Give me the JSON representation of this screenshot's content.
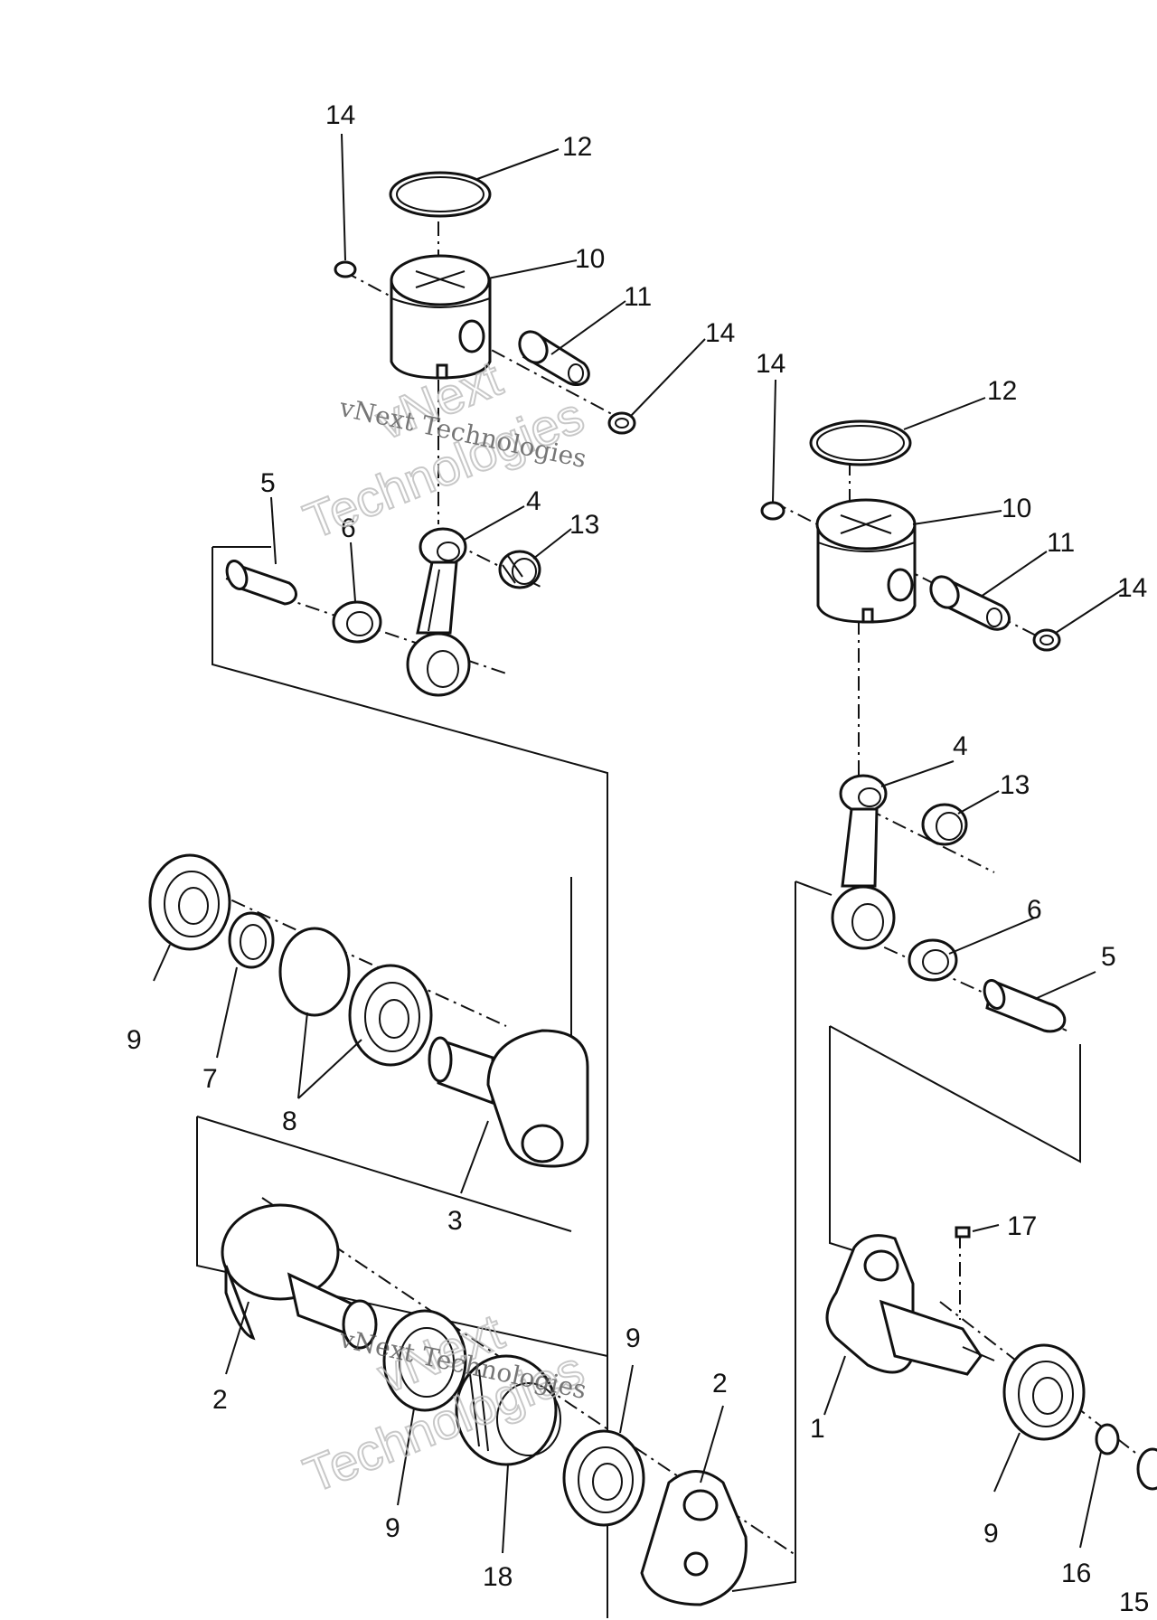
{
  "callouts": [
    {
      "label": "14"
    },
    {
      "label": "12"
    },
    {
      "label": "10"
    },
    {
      "label": "11"
    },
    {
      "label": "14"
    },
    {
      "label": "5"
    },
    {
      "label": "6"
    },
    {
      "label": "4"
    },
    {
      "label": "13"
    },
    {
      "label": "9"
    },
    {
      "label": "7"
    },
    {
      "label": "8"
    },
    {
      "label": "3"
    },
    {
      "label": "2"
    },
    {
      "label": "9"
    },
    {
      "label": "9"
    },
    {
      "label": "18"
    },
    {
      "label": "2"
    },
    {
      "label": "14"
    },
    {
      "label": "12"
    },
    {
      "label": "10"
    },
    {
      "label": "11"
    },
    {
      "label": "14"
    },
    {
      "label": "4"
    },
    {
      "label": "13"
    },
    {
      "label": "6"
    },
    {
      "label": "5"
    },
    {
      "label": "17"
    },
    {
      "label": "1"
    },
    {
      "label": "9"
    },
    {
      "label": "16"
    },
    {
      "label": "15"
    }
  ],
  "watermarks": [
    {
      "small": "vNext Technologies",
      "big_line1": "vNext",
      "big_line2": "Technologies"
    },
    {
      "small": "vNext Technologies",
      "big_line1": "vNext",
      "big_line2": "Technologies"
    }
  ]
}
